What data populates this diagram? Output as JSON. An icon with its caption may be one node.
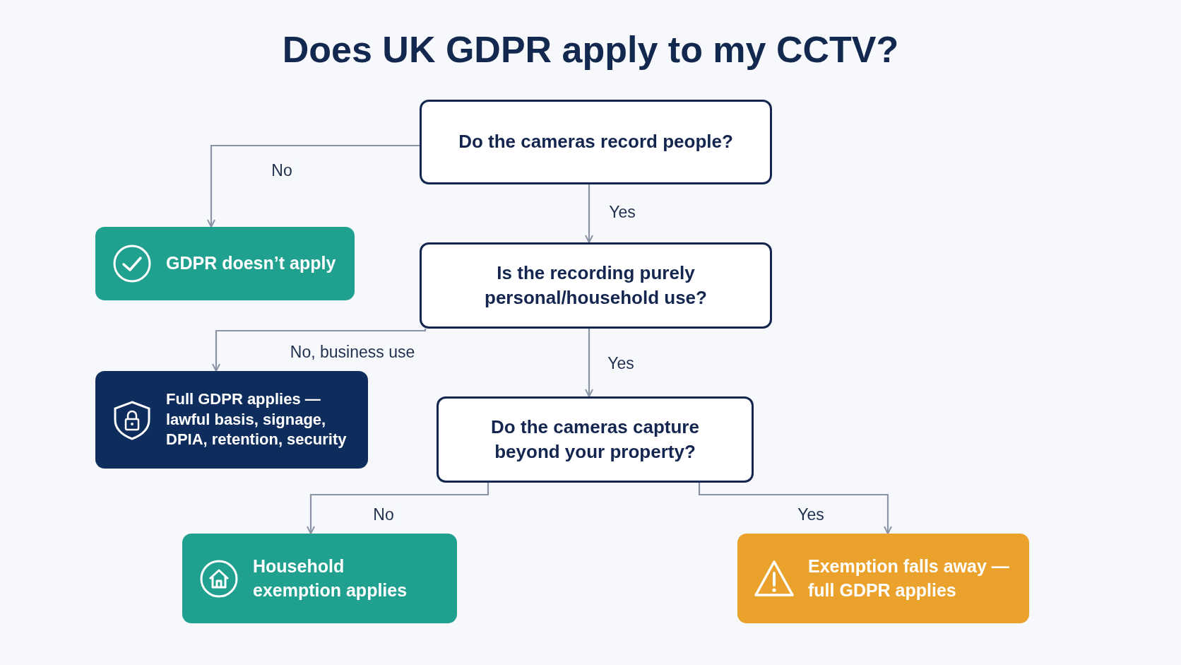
{
  "diagram": {
    "title": "Does UK GDPR apply to my CCTV?",
    "nodes": [
      {
        "text": [
          "Do the cameras record people?"
        ]
      },
      {
        "text": [
          "GDPR doesn’t apply"
        ]
      },
      {
        "text": [
          "Is the recording purely personal/household use?"
        ]
      },
      {
        "text": [
          "Full GDPR applies — lawful basis, signage, DPIA, retention, security"
        ]
      },
      {
        "text": [
          "Do the cameras capture beyond your property?"
        ]
      },
      {
        "text": [
          "Household exemption applies"
        ]
      },
      {
        "text": [
          "Exemption falls away — full GDPR applies"
        ]
      }
    ],
    "edges": [
      {
        "from": 0,
        "to": 1,
        "arrow": "to",
        "label": "No"
      },
      {
        "from": 0,
        "to": 2,
        "arrow": "to",
        "label": "Yes"
      },
      {
        "from": 2,
        "to": 3,
        "arrow": "to",
        "label": "No, business use"
      },
      {
        "from": 2,
        "to": 4,
        "arrow": "to",
        "label": "Yes"
      },
      {
        "from": 4,
        "to": 5,
        "arrow": "to",
        "label": "No"
      },
      {
        "from": 4,
        "to": 6,
        "arrow": "to",
        "label": "Yes"
      }
    ]
  }
}
